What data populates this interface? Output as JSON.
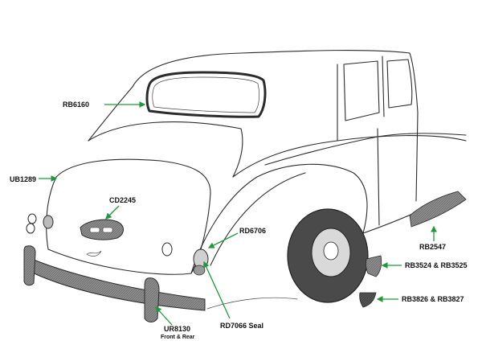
{
  "parts": {
    "rb6160": "RB6160",
    "ub1289": "UB1289",
    "cd2245": "CD2245",
    "rd6706": "RD6706",
    "rb2547": "RB2547",
    "rb3524": "RB3524 & RB3525",
    "rb3826": "RB3826 & RB3827",
    "ur8130": "UR8130",
    "ur8130_note": "Front & Rear",
    "rd7066": "RD7066 Seal"
  },
  "colors": {
    "leader": "#1f9a3a",
    "ink": "#2b2b2b",
    "rubber": "#7a7a7a"
  }
}
